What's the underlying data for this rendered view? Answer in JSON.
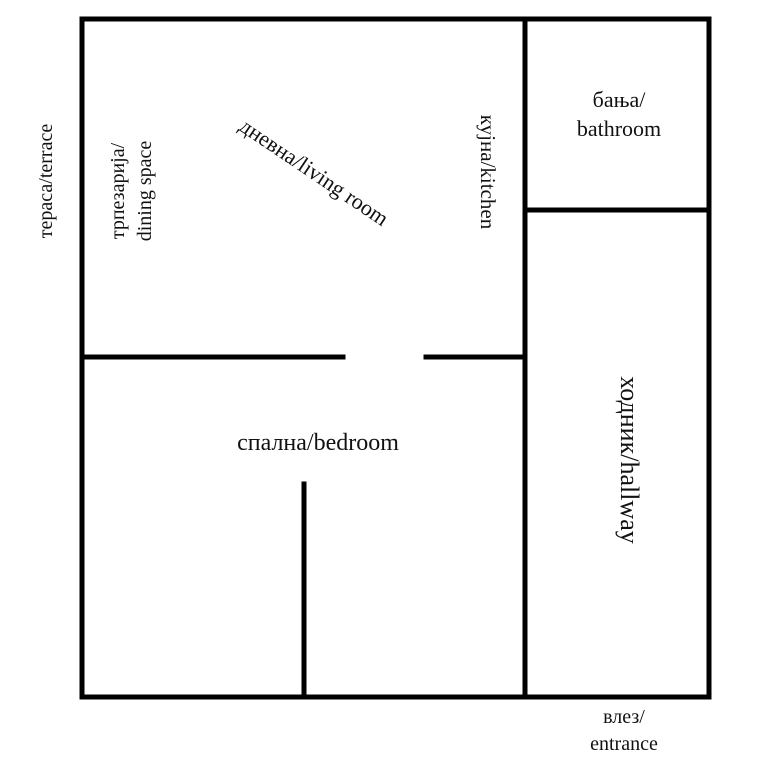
{
  "plan": {
    "rooms": {
      "terrace": "тераса/terrace",
      "dining_line1": "трпезарија/",
      "dining_line2": "dining space",
      "living": "дневна/living room",
      "kitchen": "кујна/kitchen",
      "bathroom_line1": "бања/",
      "bathroom_line2": "bathroom",
      "bedroom": "спална/bedroom",
      "hallway": "ходник/hallway",
      "entrance_line1": "влез/",
      "entrance_line2": "entrance"
    }
  }
}
